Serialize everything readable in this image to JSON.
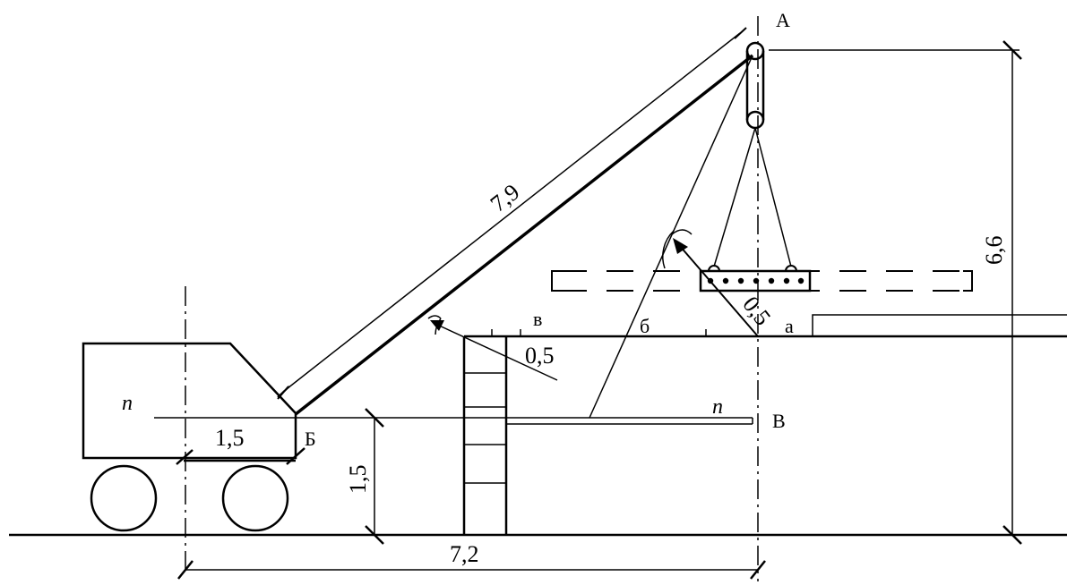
{
  "labels": {
    "point_a_upper": "А",
    "point_b": "Б",
    "point_v": "В",
    "point_a_lower": "а",
    "point_b_lower": "б",
    "point_v_lower": "в",
    "plane_n_left": "п",
    "plane_n_right": "п"
  },
  "dimensions": {
    "boom_length": "7,9",
    "height_total": "6,6",
    "height_pivot": "1,5",
    "base_width": "7,2",
    "pivot_offset": "1,5",
    "clearance_wall": "0,5",
    "clearance_load": "0,5"
  }
}
